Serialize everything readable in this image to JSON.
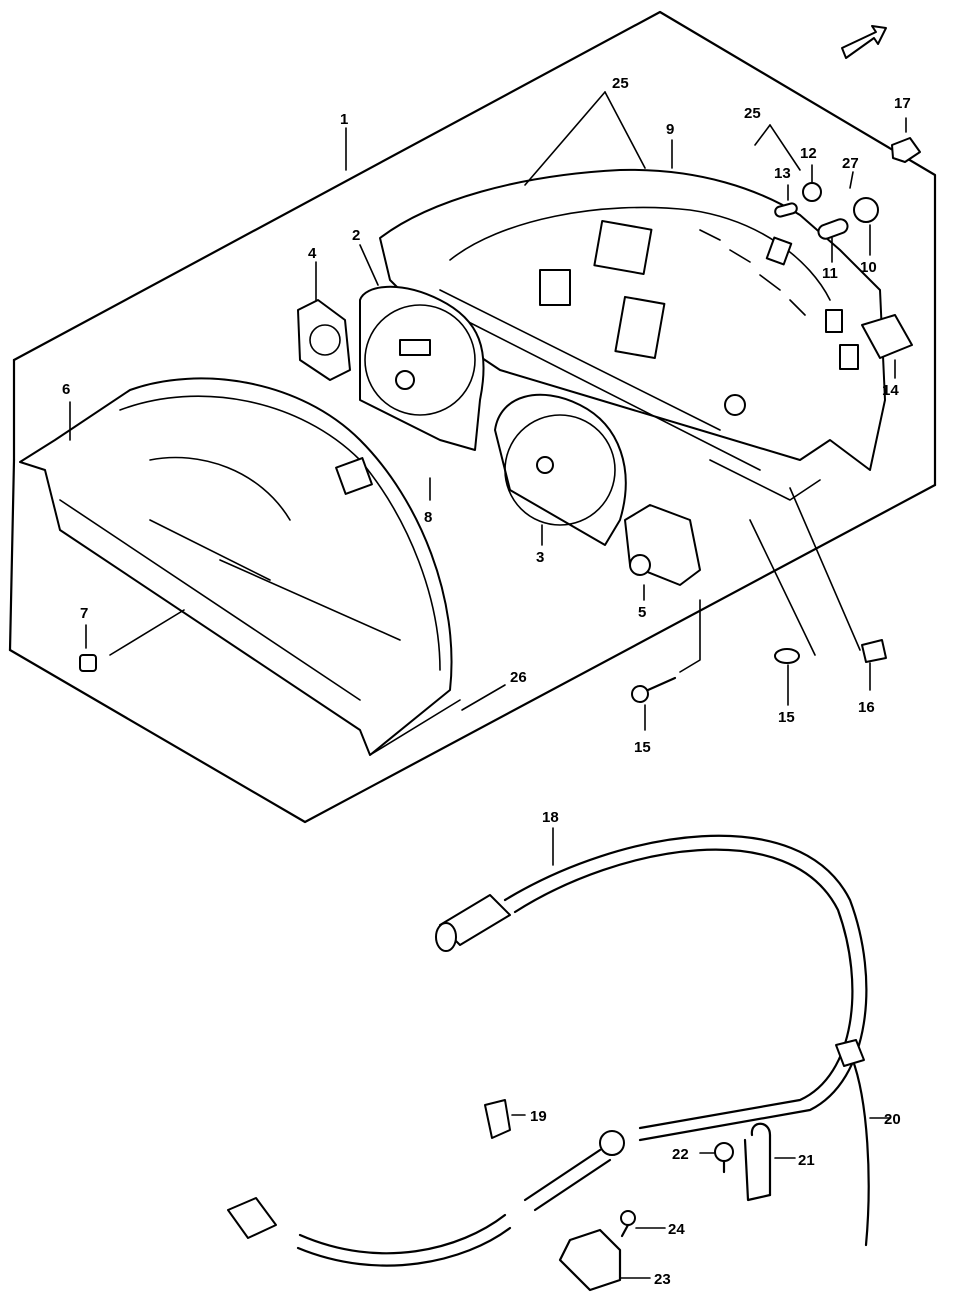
{
  "callouts": [
    {
      "id": "c1",
      "text": "1"
    },
    {
      "id": "c2",
      "text": "2"
    },
    {
      "id": "c3",
      "text": "3"
    },
    {
      "id": "c4",
      "text": "4"
    },
    {
      "id": "c5",
      "text": "5"
    },
    {
      "id": "c6",
      "text": "6"
    },
    {
      "id": "c7",
      "text": "7"
    },
    {
      "id": "c8",
      "text": "8"
    },
    {
      "id": "c9",
      "text": "9"
    },
    {
      "id": "c10",
      "text": "10"
    },
    {
      "id": "c11",
      "text": "11"
    },
    {
      "id": "c12",
      "text": "12"
    },
    {
      "id": "c13",
      "text": "13"
    },
    {
      "id": "c14",
      "text": "14"
    },
    {
      "id": "c15a",
      "text": "15"
    },
    {
      "id": "c15b",
      "text": "15"
    },
    {
      "id": "c16",
      "text": "16"
    },
    {
      "id": "c17",
      "text": "17"
    },
    {
      "id": "c18",
      "text": "18"
    },
    {
      "id": "c19",
      "text": "19"
    },
    {
      "id": "c20",
      "text": "20"
    },
    {
      "id": "c21",
      "text": "21"
    },
    {
      "id": "c22",
      "text": "22"
    },
    {
      "id": "c23",
      "text": "23"
    },
    {
      "id": "c24",
      "text": "24"
    },
    {
      "id": "c25a",
      "text": "25"
    },
    {
      "id": "c25b",
      "text": "25"
    },
    {
      "id": "c26",
      "text": "26"
    },
    {
      "id": "c27",
      "text": "27"
    }
  ],
  "icons": {
    "direction": "front-arrow-icon"
  }
}
